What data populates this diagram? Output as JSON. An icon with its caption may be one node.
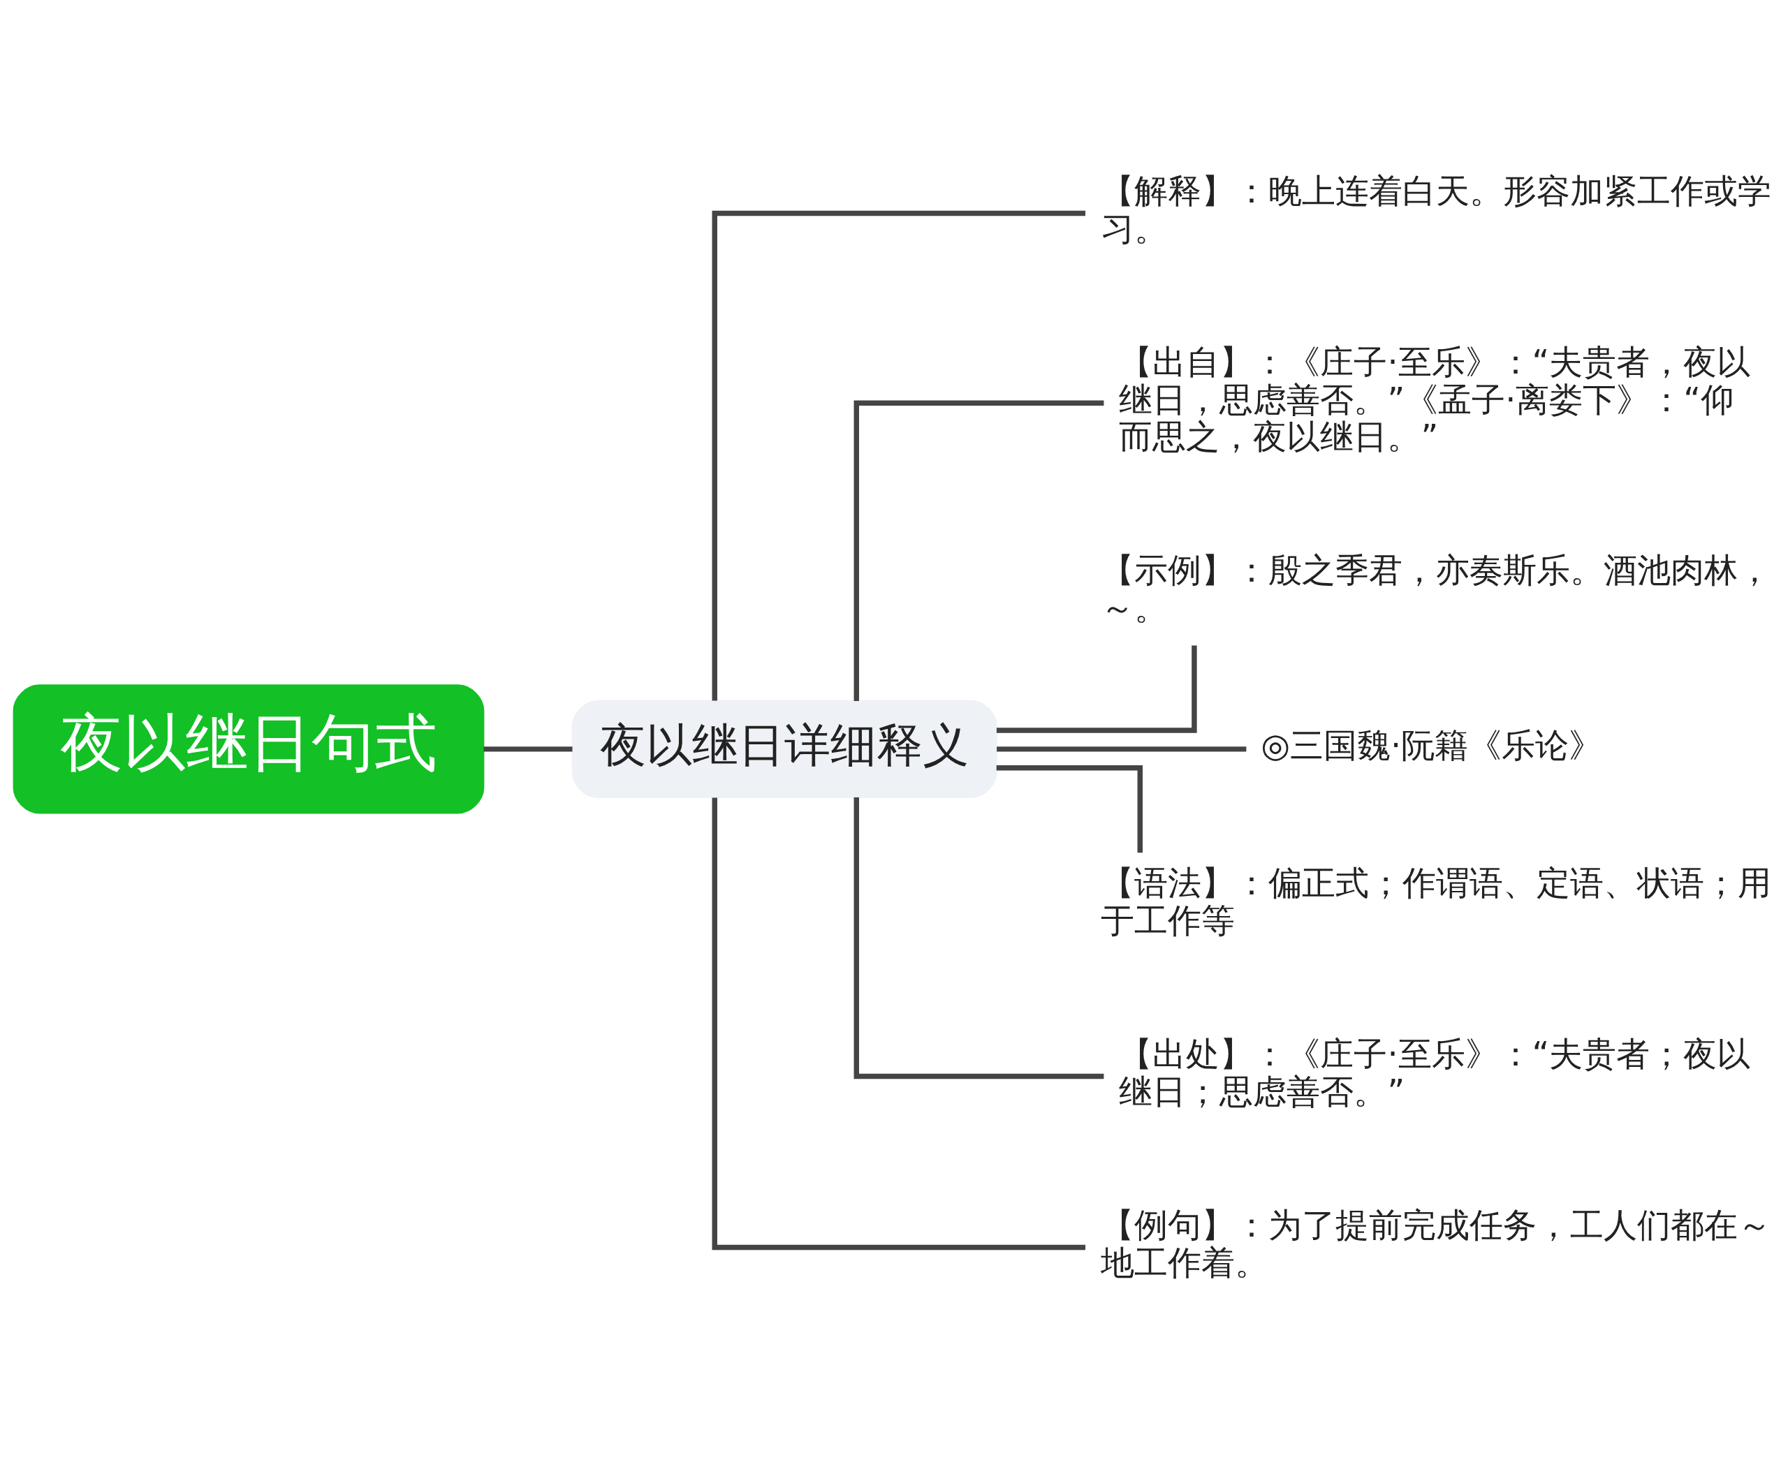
{
  "diagram": {
    "nodes": [
      {
        "text": [
          "夜以继日句式"
        ]
      },
      {
        "text": [
          "夜以继日详细释义"
        ]
      },
      {
        "text": [
          "【解释】：晚上连着白天。形容加紧工作或学习。"
        ]
      },
      {
        "text": [
          "【出自】：《庄子·至乐》：“夫贵者，夜以继日，思虑善否。”《孟子·离娄下》：“仰而思之，夜以继日。”"
        ]
      },
      {
        "text": [
          "【示例】：殷之季君，亦奏斯乐。酒池肉林，～。"
        ]
      },
      {
        "text": [
          "◎三国魏·阮籍《乐论》"
        ]
      },
      {
        "text": [
          "【语法】：偏正式；作谓语、定语、状语；用于工作等"
        ]
      },
      {
        "text": [
          "【出处】：《庄子·至乐》：“夫贵者；夜以继日；思虑善否。”"
        ]
      },
      {
        "text": [
          "【例句】：为了提前完成任务，工人们都在～地工作着。"
        ]
      }
    ],
    "edges": [
      {
        "from": 0,
        "to": 1,
        "arrow": "none"
      },
      {
        "from": 1,
        "to": 2,
        "arrow": "none"
      },
      {
        "from": 1,
        "to": 3,
        "arrow": "none"
      },
      {
        "from": 1,
        "to": 4,
        "arrow": "none"
      },
      {
        "from": 1,
        "to": 5,
        "arrow": "none"
      },
      {
        "from": 1,
        "to": 6,
        "arrow": "none"
      },
      {
        "from": 1,
        "to": 7,
        "arrow": "none"
      },
      {
        "from": 1,
        "to": 8,
        "arrow": "none"
      }
    ]
  }
}
